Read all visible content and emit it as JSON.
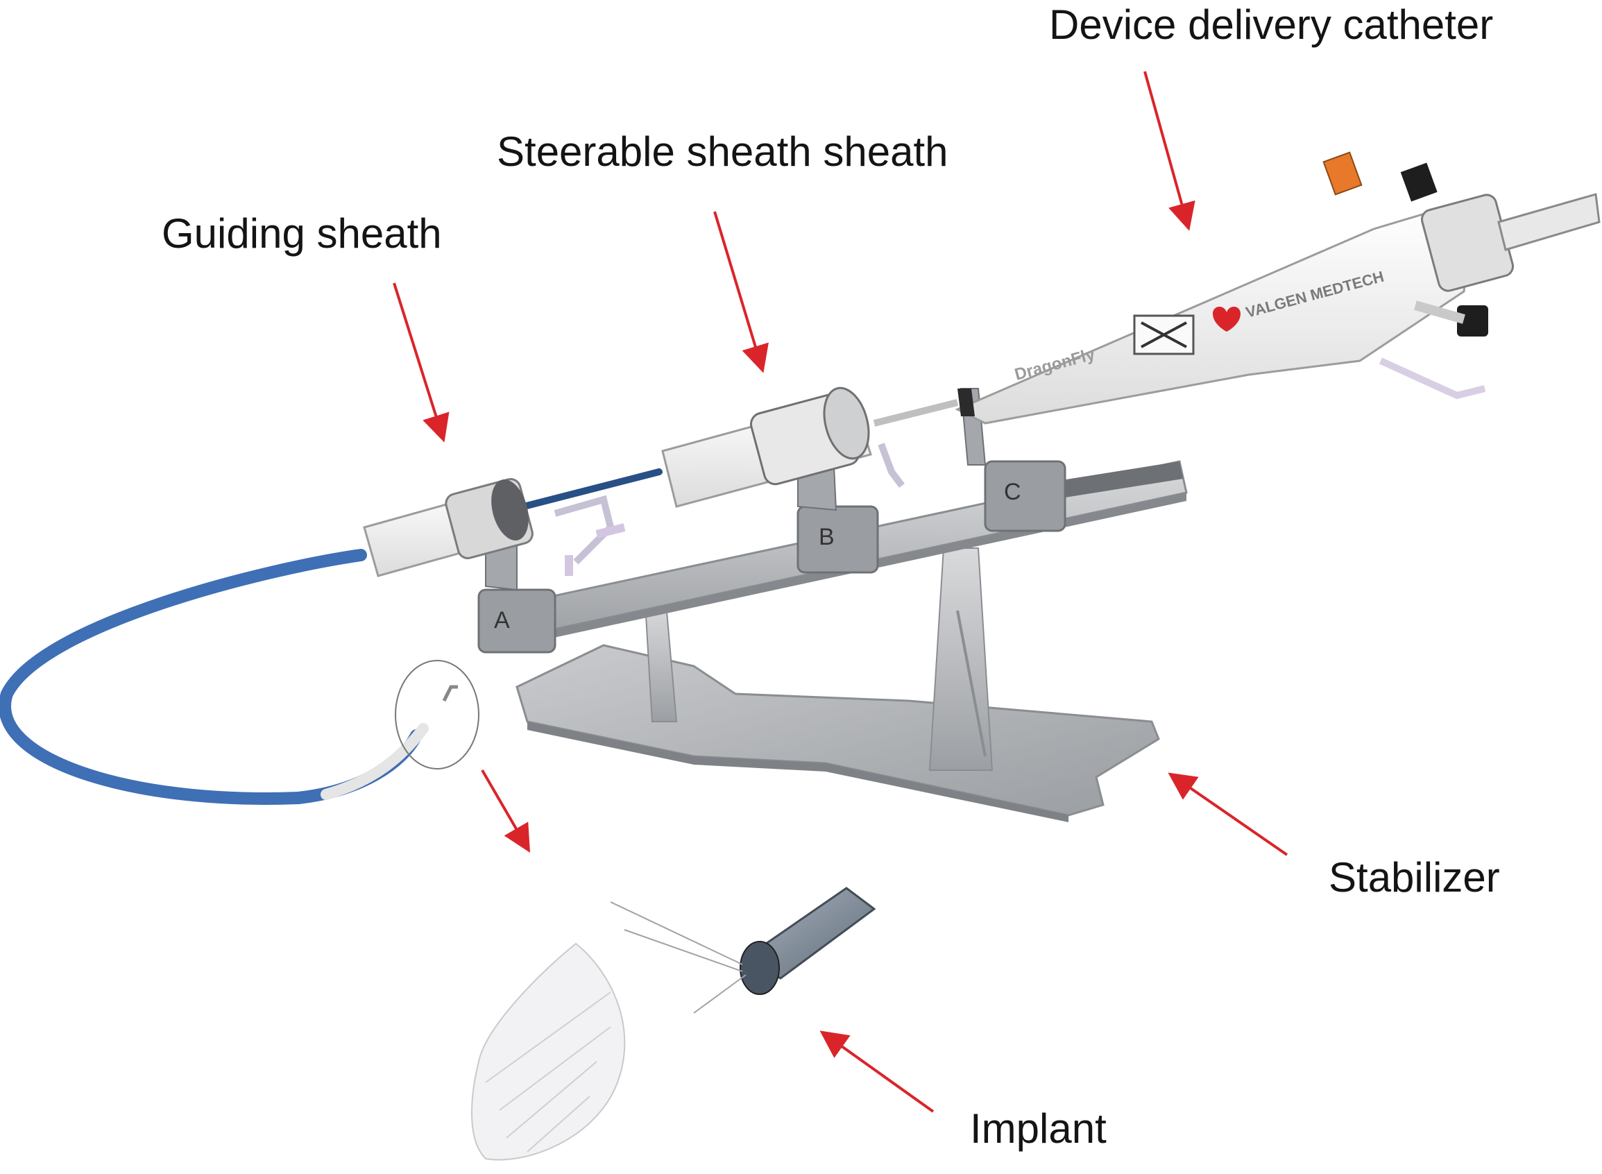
{
  "labels": {
    "device_delivery_catheter": "Device delivery catheter",
    "steerable_sheath": "Steerable sheath sheath",
    "guiding_sheath": "Guiding sheath",
    "stabilizer": "Stabilizer",
    "implant": "Implant"
  },
  "markings": {
    "brand": "VALGEN MEDTECH",
    "product": "DragonFly",
    "clamp_a": "A",
    "clamp_b": "B",
    "clamp_c": "C"
  },
  "colors": {
    "arrow": "#d9252a",
    "label_text": "#141414",
    "sheath_blue": "#3f6fb5",
    "metal": "#b8babd",
    "device_body": "#f3f3f3",
    "brand_red": "#d9252a"
  }
}
